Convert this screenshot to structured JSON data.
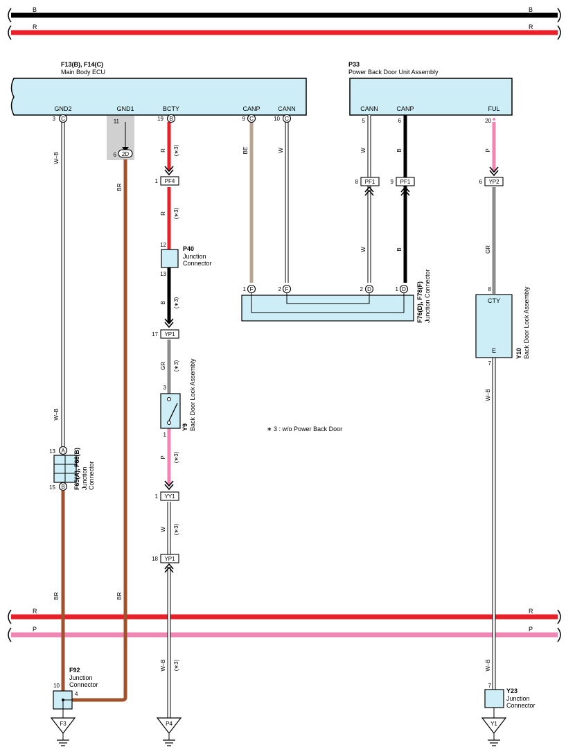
{
  "colors": {
    "B": "#000000",
    "R": "#e8202a",
    "W": "#ffffff",
    "BR": "#a0522d",
    "BE": "#b9a48f",
    "GR": "#8c8c8c",
    "P": "#ef86b4",
    "WB": "#ffffff",
    "box": "#cdeef6",
    "ground_shade": "#d0d0d0"
  },
  "buses": {
    "top_b": "B",
    "top_r": "R",
    "bot_r": "R",
    "bot_p": "P"
  },
  "main_ecu": {
    "code": "F13(B), F14(C)",
    "name": "Main Body ECU",
    "terminals": [
      "GND2",
      "GND1",
      "BCTY",
      "CANP",
      "CANN"
    ],
    "pins": [
      {
        "num": "3",
        "conn": "C"
      },
      {
        "num": "11"
      },
      {
        "num": "19",
        "conn": "B"
      },
      {
        "num": "9",
        "conn": "C"
      },
      {
        "num": "10",
        "conn": "C"
      }
    ],
    "gnd1_joint": {
      "num": "6",
      "id": "2D"
    }
  },
  "p33": {
    "code": "P33",
    "name": "Power Back Door Unit Assembly",
    "terminals": [
      "CANN",
      "CANP",
      "FUL"
    ],
    "pins": [
      "5",
      "6",
      "20"
    ]
  },
  "wires": {
    "gnd2": "W–B",
    "gnd1": "BR",
    "bcty_r1": "R",
    "bcty_r2": "R",
    "canp": "BE",
    "cann": "W",
    "b1": "B",
    "gr1": "GR",
    "p1": "P",
    "w1": "W",
    "wb1": "W–B",
    "p33_cann_1": "W",
    "p33_canp_1": "B",
    "p33_cann_2": "W",
    "p33_canp_2": "B",
    "ful_p": "P",
    "ful_gr": "GR",
    "y10_wb_1": "W–B",
    "y10_wb_2": "W–B",
    "gnd2_lower": "W–B",
    "f65_br": "BR",
    "gnd1_lower": "BR",
    "note3": "(∗3)"
  },
  "connectors": {
    "pf4": {
      "pin": "1",
      "id": "PF4"
    },
    "yp1_a": {
      "pin": "17",
      "id": "YP1"
    },
    "yy1": {
      "pin": "1",
      "id": "YY1"
    },
    "yp1_b": {
      "pin": "18",
      "id": "YP1"
    },
    "pf1_a": {
      "pin": "8",
      "id": "PF1"
    },
    "pf1_b": {
      "pin": "9",
      "id": "PF1"
    },
    "yp2": {
      "pin": "6",
      "id": "YP2"
    }
  },
  "p40": {
    "code": "P40",
    "name1": "Junction",
    "name2": "Connector",
    "pin_top": "12",
    "pin_bot": "13"
  },
  "y9": {
    "code": "Y9",
    "name": "Back Door Lock Assembly",
    "pin_top": "3",
    "pin_bot": "1"
  },
  "f76": {
    "code": "F76(D), F78(F)",
    "name": "Junction Connector",
    "pins": [
      {
        "num": "1",
        "conn": "F"
      },
      {
        "num": "2",
        "conn": "F"
      },
      {
        "num": "2",
        "conn": "D"
      },
      {
        "num": "1",
        "conn": "D"
      }
    ]
  },
  "y10": {
    "code": "Y10",
    "name": "Back Door Lock Assembly",
    "pin_in": "8",
    "term_in": "CTY",
    "term_out": "E",
    "pin_out": "7"
  },
  "f65": {
    "code": "F65(A), F66(B)",
    "name1": "Junction",
    "name2": "Connector",
    "pin_top": "13",
    "conn_top": "A",
    "pin_bot": "15",
    "conn_bot": "B"
  },
  "f92": {
    "code": "F92",
    "name1": "Junction",
    "name2": "Connector",
    "pin_left": "10",
    "pin_right": "4"
  },
  "y23": {
    "code": "Y23",
    "name1": "Junction",
    "name2": "Connector",
    "pin": "7"
  },
  "grounds": {
    "f3": "F3",
    "p4": "P4",
    "y1": "Y1"
  },
  "footnote": "∗ 3 : w/o Power Back Door"
}
